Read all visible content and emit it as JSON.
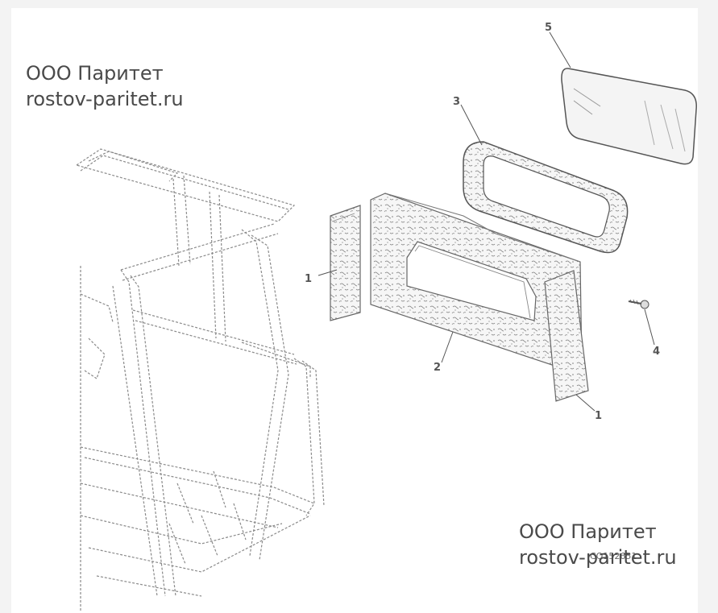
{
  "watermark_top": {
    "line1": "ООО Паритет",
    "line2": "rostov-paritet.ru"
  },
  "watermark_bottom": {
    "line1": "ООО Паритет",
    "line2": "rostov-paritet.ru"
  },
  "drawing_code": "CQ152651",
  "callouts": [
    "1",
    "2",
    "3",
    "4",
    "5",
    "1"
  ],
  "colors": {
    "line": "#777777",
    "foam": "#8a8a8a",
    "glass": "#f2f2f2"
  }
}
